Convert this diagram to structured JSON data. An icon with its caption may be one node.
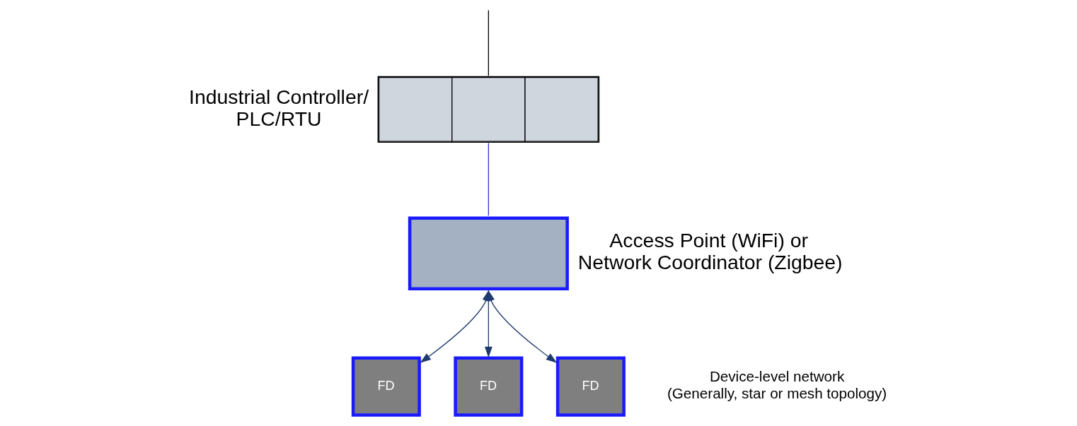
{
  "diagram": {
    "nodes": [
      {
        "text": [],
        "shape": "box",
        "beside": [
          "Industrial Controller/ PLC/RTU"
        ]
      },
      {
        "text": [],
        "shape": "box",
        "beside": [
          "Access Point (WiFi) or Network Coordinator (Zigbee)"
        ]
      },
      {
        "text": [
          "FD"
        ]
      },
      {
        "text": [
          "FD"
        ]
      },
      {
        "text": [
          "FD"
        ]
      }
    ],
    "edges": [
      {
        "from": null,
        "to": 0,
        "arrow": "none",
        "color": "#000000"
      },
      {
        "from": 0,
        "to": 1,
        "arrow": "none",
        "color": "#3333cc"
      },
      {
        "from": 1,
        "to": 2,
        "arrow": "both"
      },
      {
        "from": 1,
        "to": 3,
        "arrow": "both"
      },
      {
        "from": 1,
        "to": 4,
        "arrow": "both"
      }
    ],
    "labels": [
      "Device-level network (Generally, star or mesh topology)"
    ]
  }
}
